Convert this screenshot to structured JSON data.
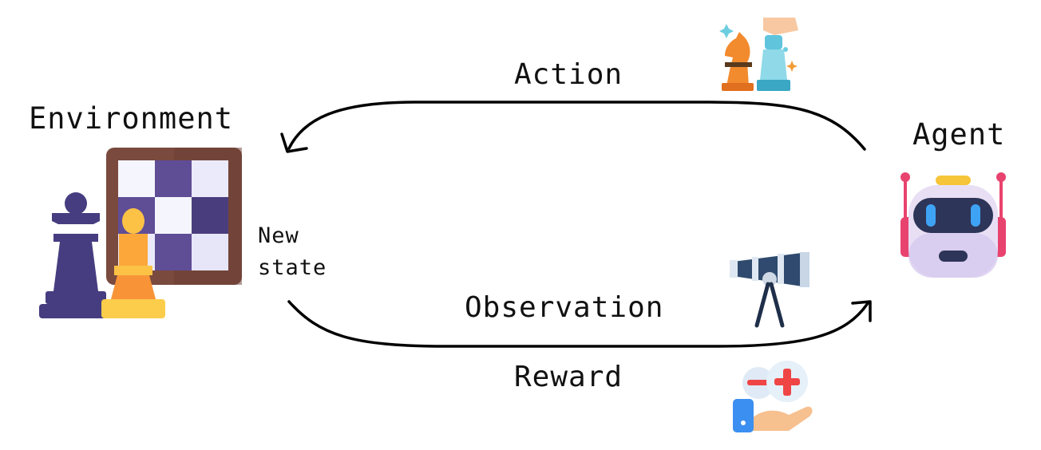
{
  "labels": {
    "environment": "Environment",
    "agent": "Agent",
    "action": "Action",
    "observation": "Observation",
    "reward": "Reward",
    "new_state_line1": "New",
    "new_state_line2": "state"
  },
  "icons": {
    "environment": "chess-board-icon",
    "agent": "robot-head-icon",
    "action": "chess-move-icon",
    "observation": "telescope-icon",
    "reward": "plus-minus-hand-icon"
  },
  "colors": {
    "arrow": "#000000",
    "board_frame": "#7a4a3e",
    "board_dark": "#5a4a8a",
    "board_light": "#eeeefb",
    "king": "#463d80",
    "pawn": "#f6a93b",
    "robot_face": "#2d3558",
    "robot_eyes": "#3fa3f5",
    "robot_antenna": "#e8436e",
    "telescope": "#2f4a6e",
    "reward_plus": "#ef4545"
  }
}
